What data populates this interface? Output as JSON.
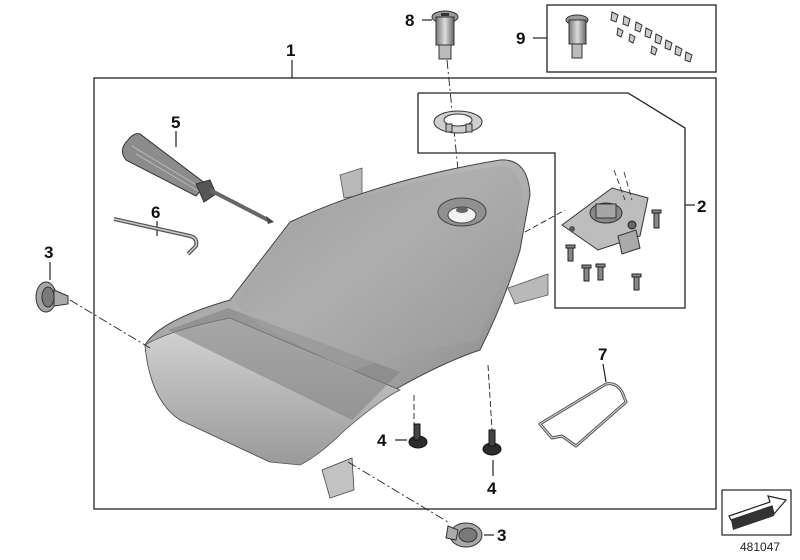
{
  "callouts": {
    "c1": "1",
    "c2": "2",
    "c3_left": "3",
    "c3_bottom": "3",
    "c4_left": "4",
    "c4_right": "4",
    "c5": "5",
    "c6": "6",
    "c7": "7",
    "c8": "8",
    "c9": "9"
  },
  "diagram_ref": "481047",
  "colors": {
    "seat_light": "#c9c9c9",
    "seat_dark": "#8f8f8f",
    "line": "#222222"
  },
  "icons": {
    "corner": "arrow-icon"
  }
}
